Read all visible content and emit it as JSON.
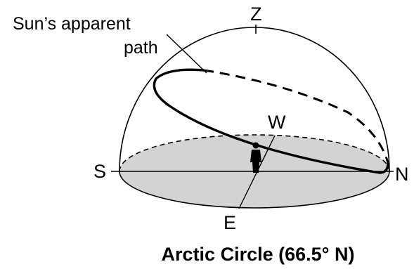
{
  "annotation": {
    "line1": "Sun’s apparent",
    "line2": "path"
  },
  "directions": {
    "zenith": "Z",
    "south": "S",
    "north": "N",
    "west": "W",
    "east": "E"
  },
  "caption": "Arctic Circle (66.5° N)",
  "colors": {
    "horizon_fill": "#d3d3d3",
    "line": "#000000",
    "background": "#ffffff"
  }
}
